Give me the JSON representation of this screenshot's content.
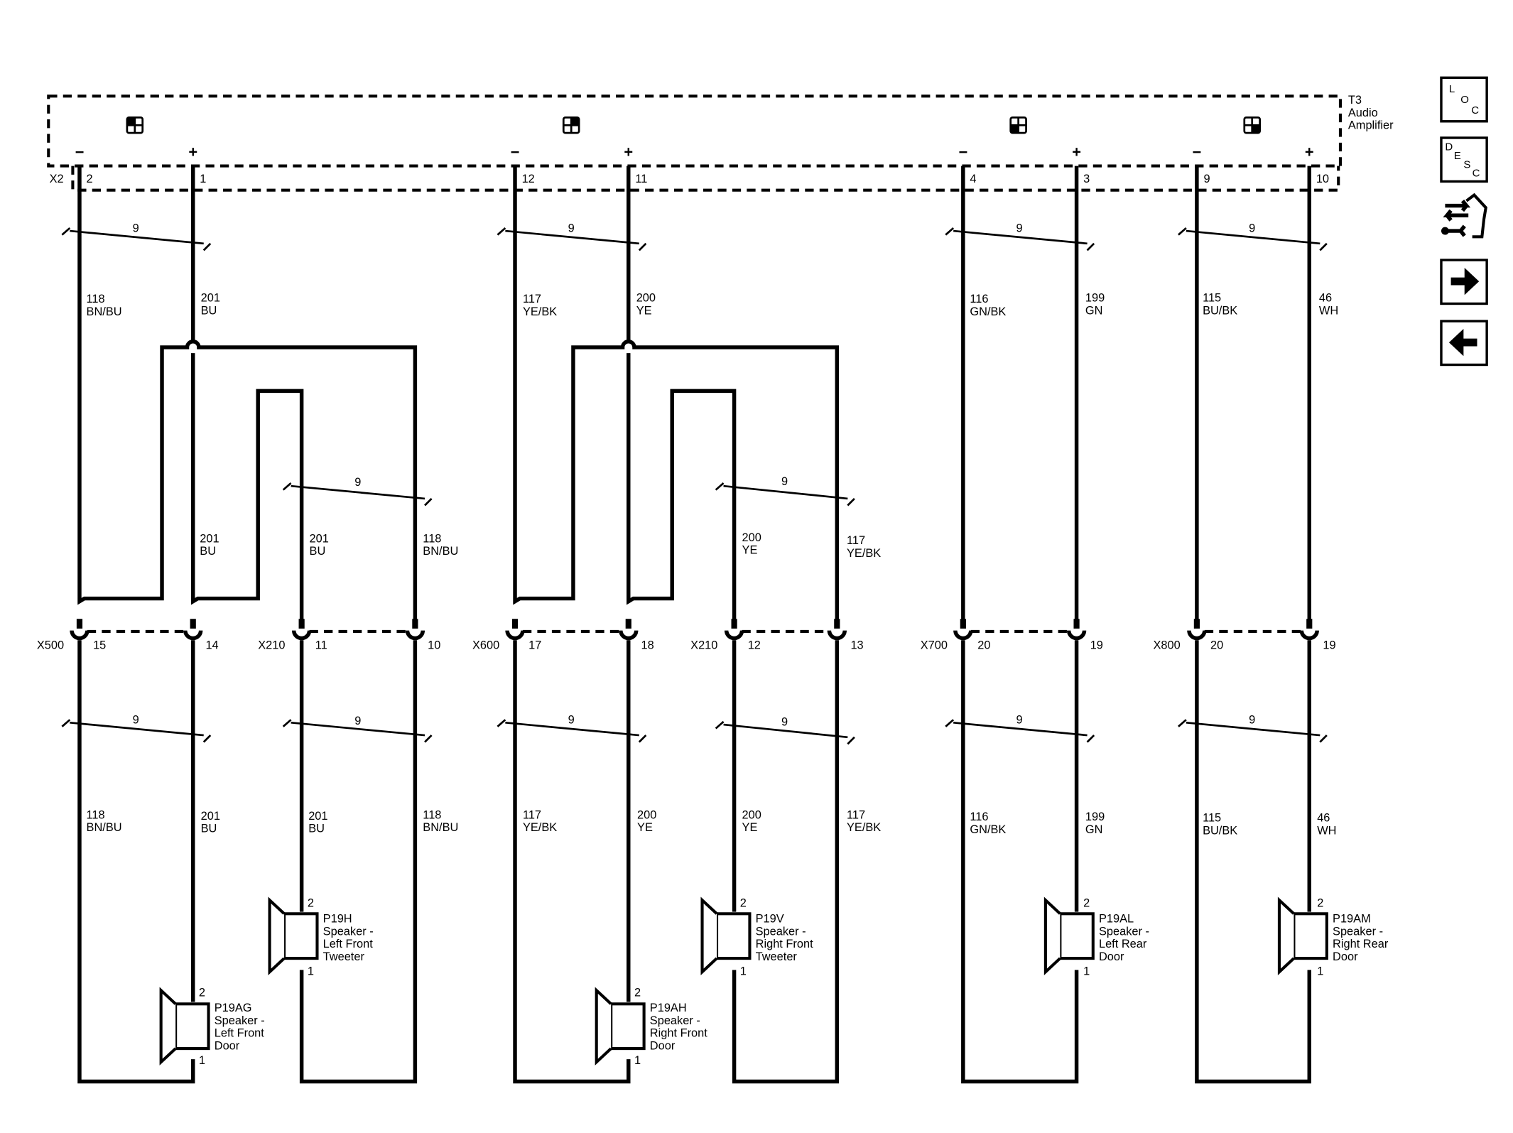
{
  "component": {
    "ref": "T3",
    "name": "Audio",
    "name2": "Amplifier",
    "connector": "X2"
  },
  "terminal_signs": {
    "minus": "−",
    "plus": "+"
  },
  "twist_label": "9",
  "channels": [
    {
      "neg_pin": "2",
      "pos_pin": "1",
      "neg_circuit": "118",
      "neg_color": "BN/BU",
      "pos_circuit": "201",
      "pos_color": "BU"
    },
    {
      "neg_pin": "12",
      "pos_pin": "11",
      "neg_circuit": "117",
      "neg_color": "YE/BK",
      "pos_circuit": "200",
      "pos_color": "YE"
    },
    {
      "neg_pin": "4",
      "pos_pin": "3",
      "neg_circuit": "116",
      "neg_color": "GN/BK",
      "pos_circuit": "199",
      "pos_color": "GN"
    },
    {
      "neg_pin": "9",
      "pos_pin": "10",
      "neg_circuit": "115",
      "neg_color": "BU/BK",
      "pos_circuit": "46",
      "pos_color": "WH"
    }
  ],
  "connectors": [
    {
      "name": "X500",
      "pins": [
        "15",
        "14"
      ]
    },
    {
      "name": "X210",
      "pins": [
        "11",
        "10"
      ]
    },
    {
      "name": "X600",
      "pins": [
        "17",
        "18"
      ]
    },
    {
      "name": "X210",
      "pins": [
        "12",
        "13"
      ]
    },
    {
      "name": "X700",
      "pins": [
        "20",
        "19"
      ]
    },
    {
      "name": "X800",
      "pins": [
        "20",
        "19"
      ]
    }
  ],
  "speakers": [
    {
      "ref": "P19AG",
      "lines": [
        "Speaker -",
        "Left Front",
        "Door"
      ],
      "pin_top": "2",
      "pin_bottom": "1"
    },
    {
      "ref": "P19H",
      "lines": [
        "Speaker -",
        "Left Front",
        "Tweeter"
      ],
      "pin_top": "2",
      "pin_bottom": "1"
    },
    {
      "ref": "P19AH",
      "lines": [
        "Speaker -",
        "Right Front",
        "Door"
      ],
      "pin_top": "2",
      "pin_bottom": "1"
    },
    {
      "ref": "P19V",
      "lines": [
        "Speaker -",
        "Right Front",
        "Tweeter"
      ],
      "pin_top": "2",
      "pin_bottom": "1"
    },
    {
      "ref": "P19AL",
      "lines": [
        "Speaker -",
        "Left Rear",
        "Door"
      ],
      "pin_top": "2",
      "pin_bottom": "1"
    },
    {
      "ref": "P19AM",
      "lines": [
        "Speaker -",
        "Right Rear",
        "Door"
      ],
      "pin_top": "2",
      "pin_bottom": "1"
    }
  ],
  "nav": [
    {
      "id": "loc",
      "letters": [
        "L",
        "O",
        "C"
      ],
      "icon": "location-icon"
    },
    {
      "id": "desc",
      "letters": [
        "D",
        "E",
        "S",
        "C"
      ],
      "icon": "description-icon"
    },
    {
      "id": "connector",
      "icon": "connector-wrench-icon"
    },
    {
      "id": "next",
      "icon": "arrow-right-icon"
    },
    {
      "id": "prev",
      "icon": "arrow-left-icon"
    }
  ]
}
